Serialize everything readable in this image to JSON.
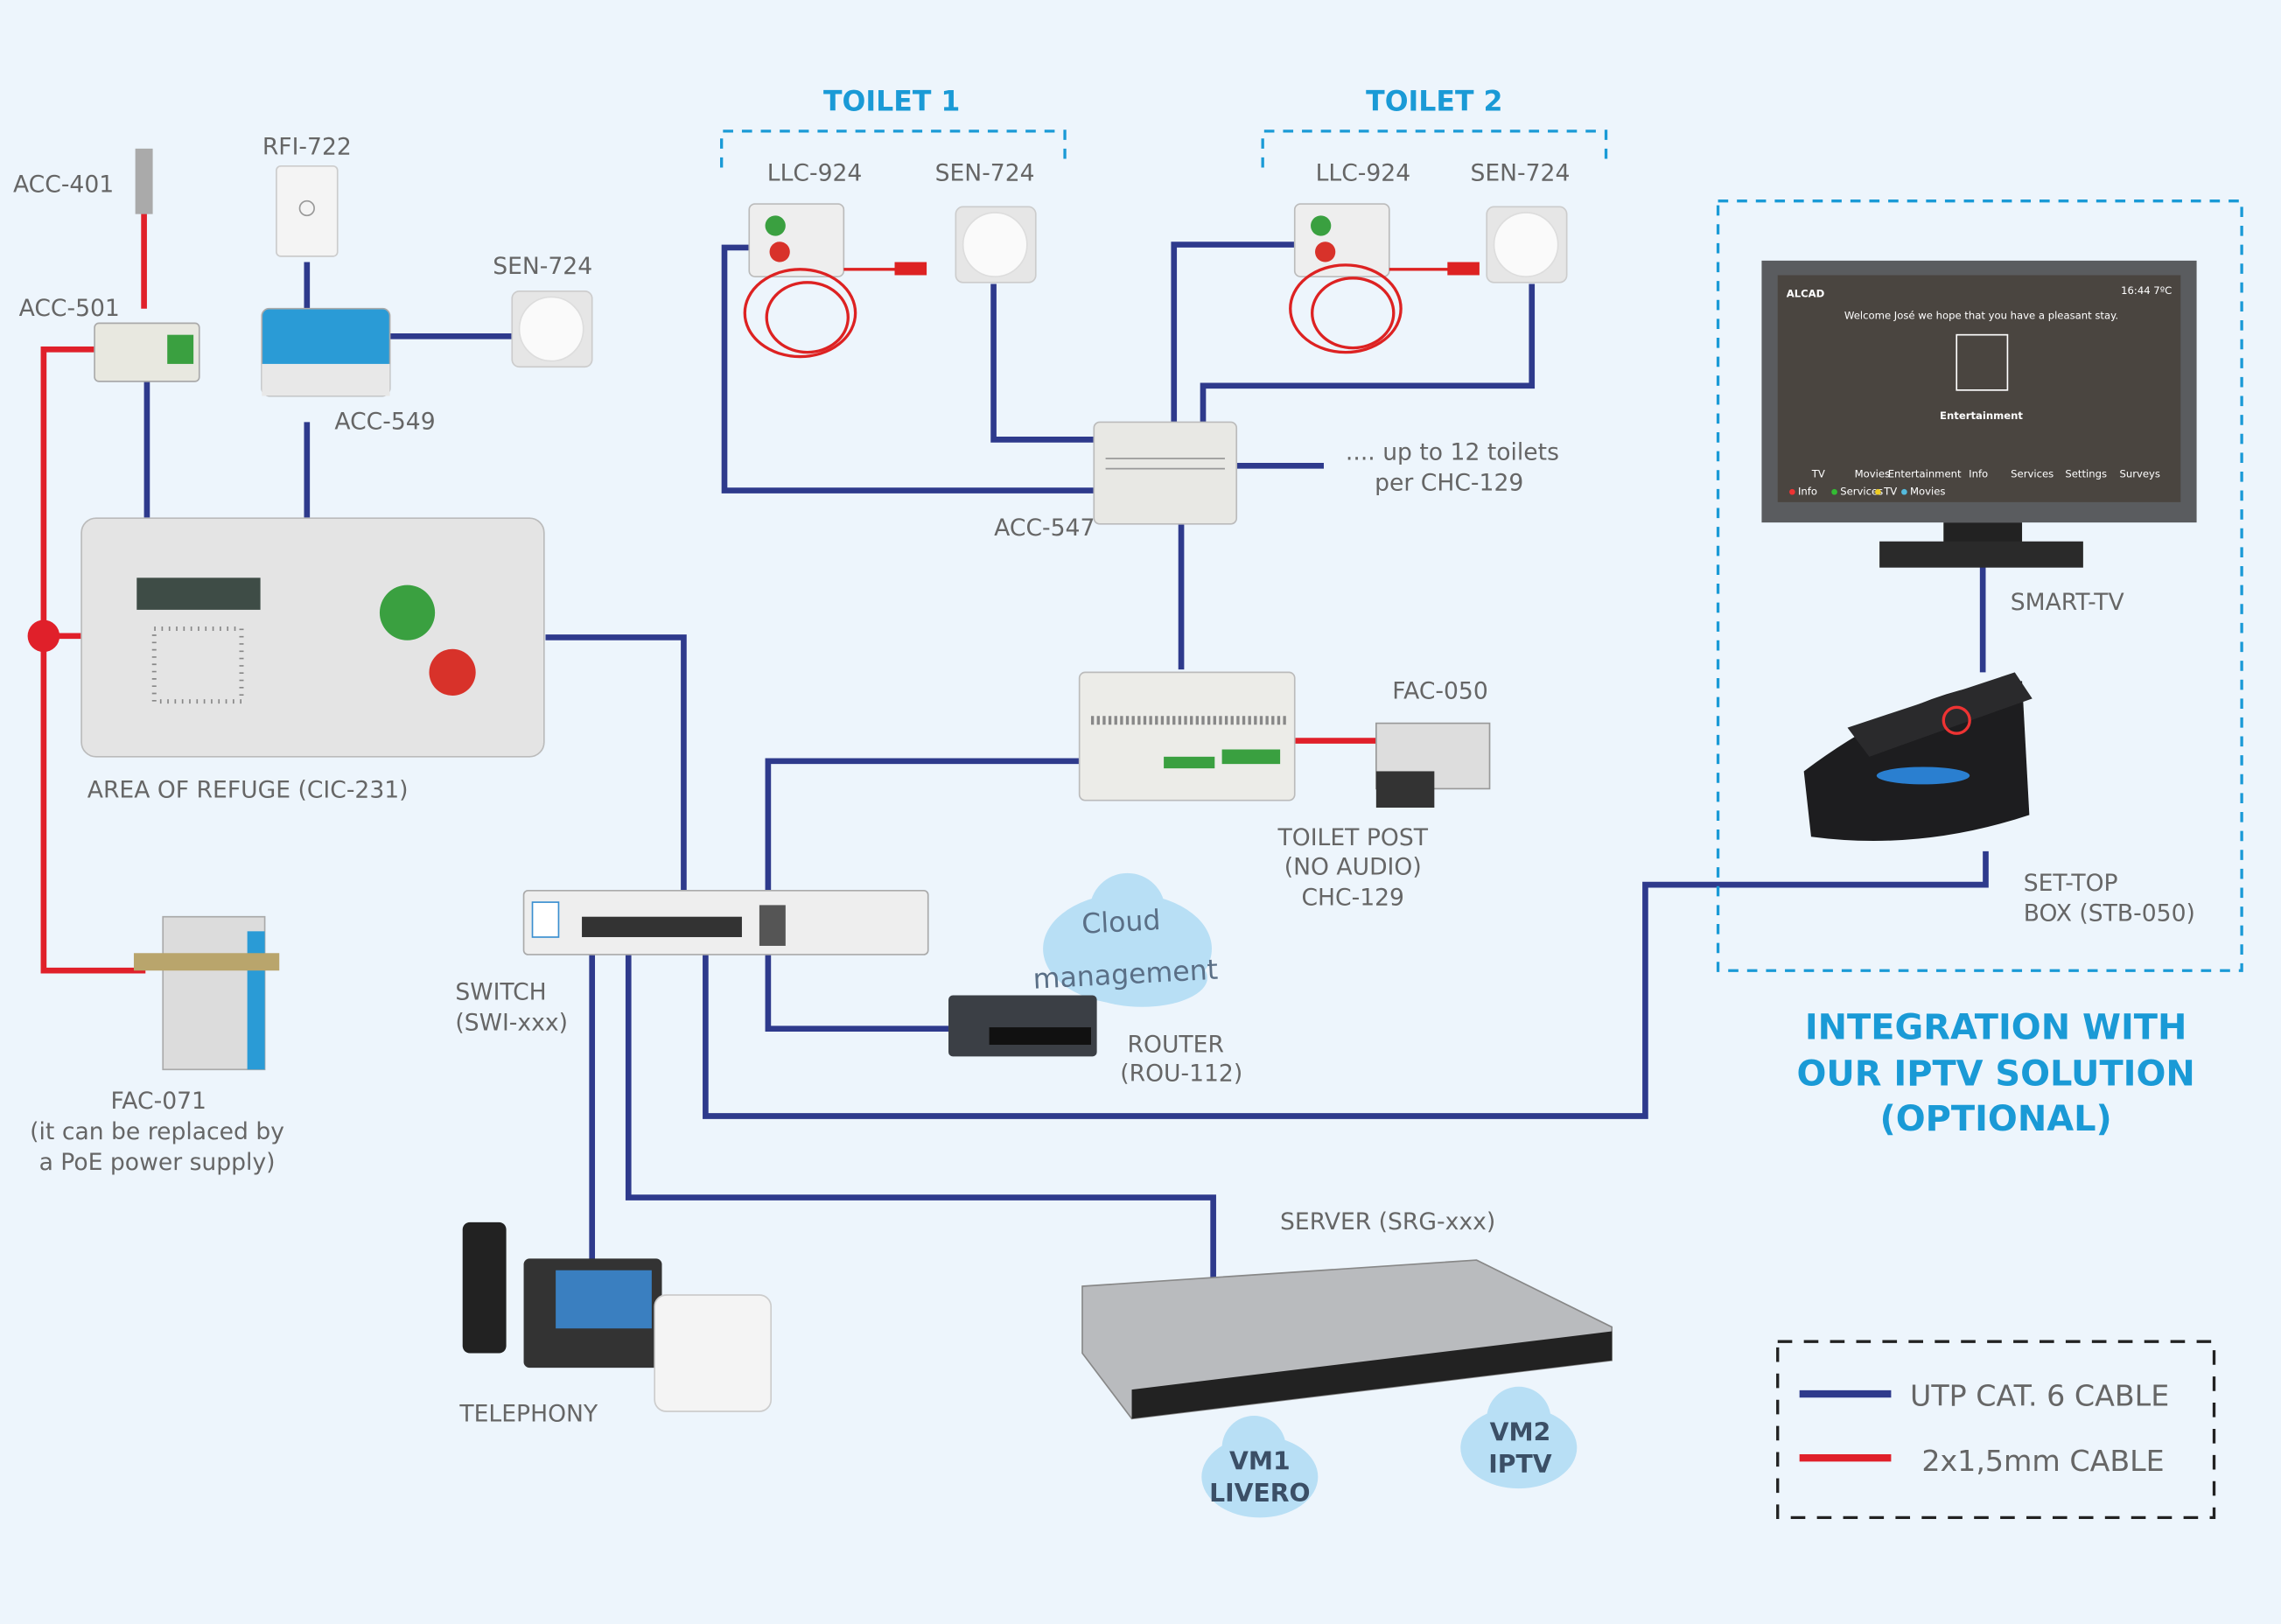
{
  "colors": {
    "utp": "#2e3a8c",
    "power": "#e0202a",
    "accent": "#1a9ad6",
    "background": "#edf5fc"
  },
  "toilets": [
    {
      "title": "TOILET 1",
      "devices": [
        "LLC-924",
        "SEN-724"
      ]
    },
    {
      "title": "TOILET 2",
      "devices": [
        "LLC-924",
        "SEN-724"
      ]
    }
  ],
  "labels": {
    "acc401": "ACC-401",
    "rfi722": "RFI-722",
    "acc501": "ACC-501",
    "sen724": "SEN-724",
    "acc549": "ACC-549",
    "refuge": "AREA OF REFUGE (CIC-231)",
    "acc547": "ACC-547",
    "up_to_1": ".... up to 12 toilets",
    "up_to_2": "per CHC-129",
    "fac050": "FAC-050",
    "toilet_post_1": "TOILET POST",
    "toilet_post_2": "(NO AUDIO)",
    "toilet_post_3": "CHC-129",
    "switch_1": "SWITCH",
    "switch_2": "(SWI-xxx)",
    "router_1": "ROUTER",
    "router_2": "(ROU-112)",
    "cloud_1": "Cloud",
    "cloud_2": "management",
    "fac071_1": "FAC-071",
    "fac071_2": "(it can be replaced by",
    "fac071_3": "a PoE power supply)",
    "telephony": "TELEPHONY",
    "server": "SERVER (SRG-xxx)",
    "vm1_1": "VM1",
    "vm1_2": "LIVERO",
    "vm2_1": "VM2",
    "vm2_2": "IPTV",
    "smart_tv": "SMART-TV",
    "stb_1": "SET-TOP",
    "stb_2": "BOX (STB-050)",
    "iptv_1": "INTEGRATION WITH",
    "iptv_2": "OUR IPTV SOLUTION",
    "iptv_3": "(OPTIONAL)"
  },
  "tv_screen": {
    "brand": "ALCAD",
    "time": "16:44 7ºC",
    "welcome": "Welcome José we hope that you have a pleasant stay.",
    "selected": "Entertainment",
    "menu": [
      "TV",
      "Movies",
      "Entertainment",
      "Info",
      "Services",
      "Settings",
      "Surveys"
    ],
    "hints": [
      "Info",
      "Services",
      "TV",
      "Movies"
    ]
  },
  "legend": [
    {
      "label": "UTP CAT. 6 CABLE",
      "color": "#2e3a8c"
    },
    {
      "label": "2x1,5mm CABLE",
      "color": "#e0202a"
    }
  ]
}
